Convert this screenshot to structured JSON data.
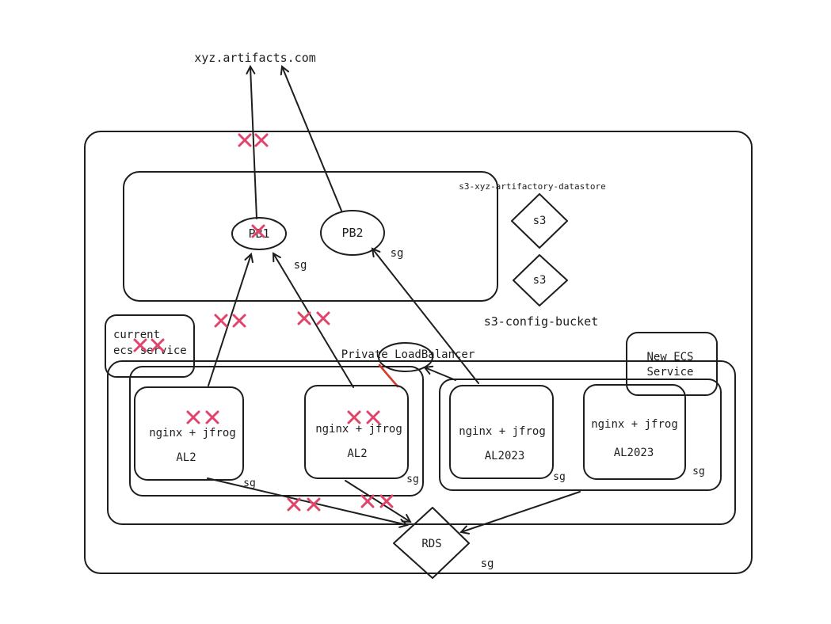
{
  "colors": {
    "ink": "#1e1e1e",
    "cross": "#e0446a",
    "highlight": "#d63a2a"
  },
  "labels": {
    "external": "xyz.artifacts.com",
    "datastore": "s3-xyz-artifactory-datastore",
    "config_bucket": "s3-config-bucket",
    "pb1": "PB1",
    "pb2": "PB2",
    "s3_a": "s3",
    "s3_b": "s3",
    "sg_pb": "sg",
    "sg_pb2": "sg",
    "current_line1": "current",
    "current_line2": "ecs service",
    "new_line1": "New ECS",
    "new_line2": "Service",
    "plb": "Private LoadBalancer",
    "task1_line1": "nginx + jfrog",
    "task1_line2": "AL2",
    "task2_line1": "nginx + jfrog",
    "task2_line2": "AL2",
    "task3_line1": "nginx + jfrog",
    "task3_line2": "AL2023",
    "task4_line1": "nginx + jfrog",
    "task4_line2": "AL2023",
    "sg_current": "sg",
    "sg_task2": "sg",
    "sg_task3": "sg",
    "sg_task4": "sg",
    "rds": "RDS",
    "sg_rds": "sg"
  },
  "icons": {
    "blocked": "cross-mark-icon"
  }
}
